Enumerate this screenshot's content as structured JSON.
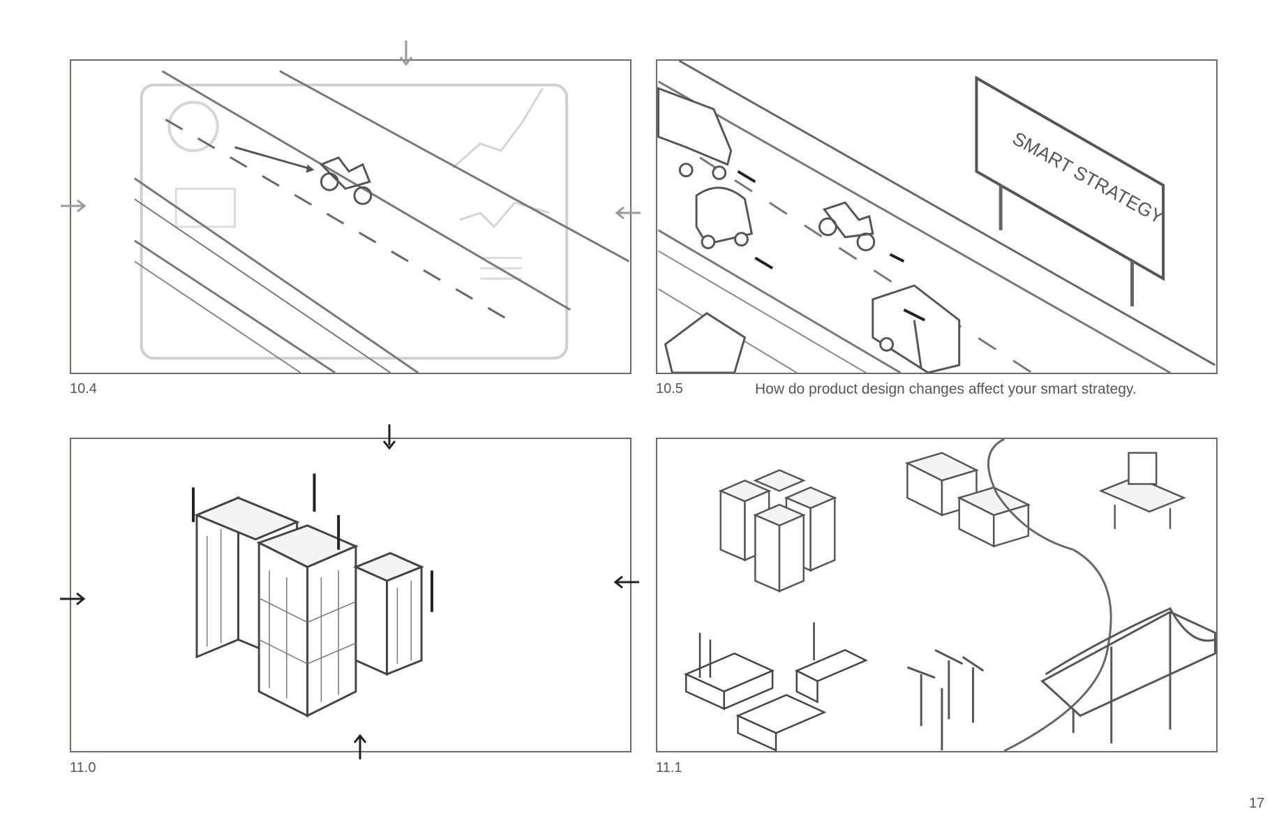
{
  "panels": [
    {
      "id": "10.4",
      "label": "10.4"
    },
    {
      "id": "10.5",
      "label": "10.5",
      "caption": "How do product design changes affect your smart strategy.",
      "billboard_text": "SMART STRATEGY"
    },
    {
      "id": "11.0",
      "label": "11.0"
    },
    {
      "id": "11.1",
      "label": "11.1"
    }
  ],
  "page_number": "17",
  "colors": {
    "frame": "#6e6a66",
    "sketch": "#555555",
    "faint": "#c8c8c8",
    "label": "#555555"
  },
  "icons": [
    "camera-pan-arrow-icon",
    "motorcycle-icon",
    "bus-icon",
    "car-icon",
    "truck-icon",
    "billboard-icon",
    "office-building-icon",
    "factory-icon",
    "wind-turbine-icon",
    "oil-rig-icon",
    "bridge-icon"
  ]
}
